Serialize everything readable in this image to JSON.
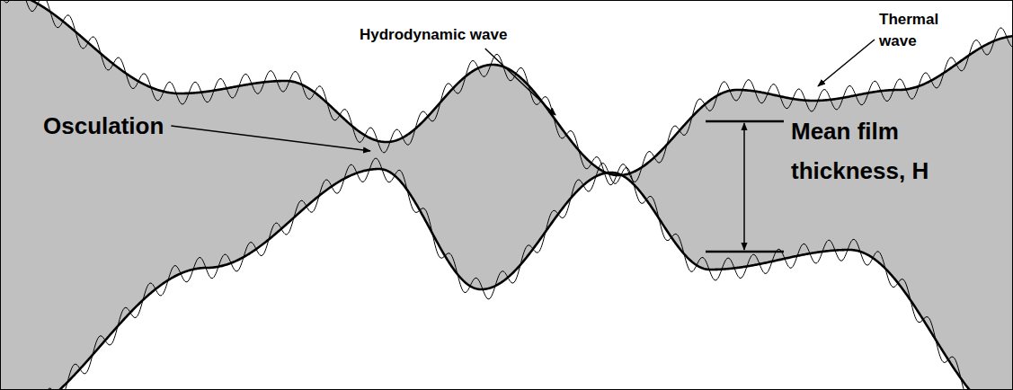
{
  "diagram": {
    "labels": [
      "Hydrodynamic wave",
      "Thermal wave",
      "Osculation",
      "Mean film thickness, H"
    ]
  }
}
